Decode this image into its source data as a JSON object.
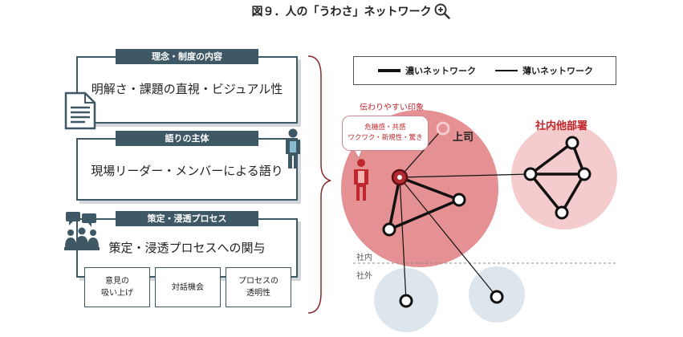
{
  "title": "図９．人の「うわさ」ネットワーク",
  "icons": {
    "zoom": "zoom-in-icon",
    "document": "document-icon",
    "person": "person-icon",
    "meeting": "meeting-icon",
    "rumor_source": "person-icon"
  },
  "boxes": [
    {
      "label": "理念・制度の内容",
      "text": "明解さ・課題の直視・ビジュアル性"
    },
    {
      "label": "語りの主体",
      "text": "現場リーダー・メンバーによる語り"
    },
    {
      "label": "策定・浸透プロセス",
      "text": "策定・浸透プロセスへの関与"
    }
  ],
  "sub_boxes": [
    {
      "line1": "意見の",
      "line2": "吸い上げ"
    },
    {
      "line1": "対話機会",
      "line2": ""
    },
    {
      "line1": "プロセスの",
      "line2": "透明性"
    }
  ],
  "legend": {
    "strong": "濃いネットワーク",
    "weak": "薄いネットワーク"
  },
  "network": {
    "impression_label": "伝わりやすい印象",
    "speech_line1": "危機感・共感",
    "speech_line2": "ワクワク・新規性・驚き",
    "boss_label": "上司",
    "other_dept_label": "社内他部署",
    "inside_label": "社内",
    "outside_label": "社外"
  },
  "colors": {
    "navy": "#3f5866",
    "red_circle": "#e59093",
    "pink_circle": "#f4cccd",
    "outside_circle": "#dce6ec",
    "accent_red": "#c0272d"
  }
}
